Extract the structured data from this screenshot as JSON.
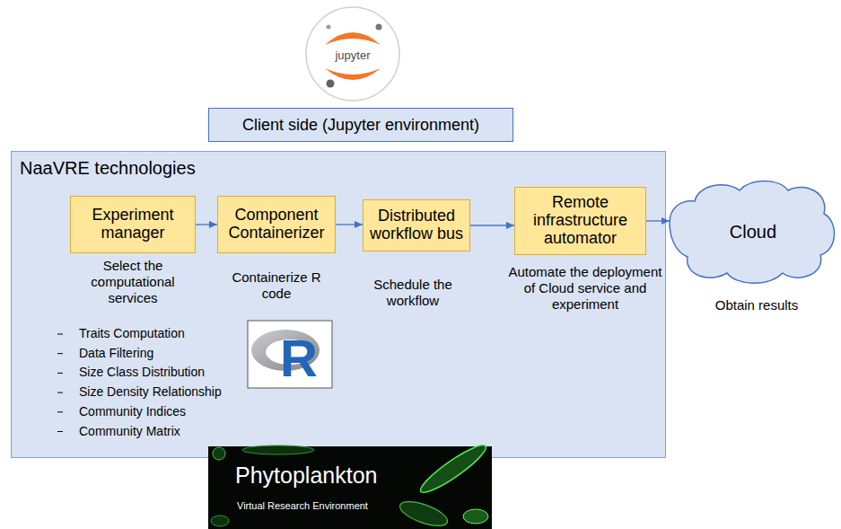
{
  "diagram": {
    "nodes": [
      {
        "text": [
          "Client side (Jupyter environment)"
        ]
      },
      {
        "text": [
          "NaaVRE technologies"
        ]
      },
      {
        "text": [
          "Experiment manager"
        ],
        "in": 1
      },
      {
        "text": [
          "Component Containerizer"
        ],
        "in": 1
      },
      {
        "text": [
          "Distributed workflow bus"
        ],
        "in": 1
      },
      {
        "text": [
          "Remote infrastructure automator"
        ],
        "in": 1
      },
      {
        "text": [
          "Cloud"
        ]
      }
    ],
    "edges": [
      {
        "from": 2,
        "to": 3,
        "arrow": "to"
      },
      {
        "from": 3,
        "to": 4,
        "arrow": "to"
      },
      {
        "from": 4,
        "to": 5,
        "arrow": "to"
      },
      {
        "from": 5,
        "to": 6,
        "arrow": "to"
      }
    ],
    "labels": [
      "jupyter",
      "Select the computational services",
      "Containerize R code",
      "Schedule the workflow",
      "Automate the deployment of Cloud service and experiment",
      "Obtain results",
      "Traits Computation",
      "Data Filtering",
      "Size Class Distribution",
      "Size Density Relationship",
      "Community Indices",
      "Community Matrix",
      "R",
      "Phytoplankton",
      "Virtual Research Environment"
    ]
  }
}
